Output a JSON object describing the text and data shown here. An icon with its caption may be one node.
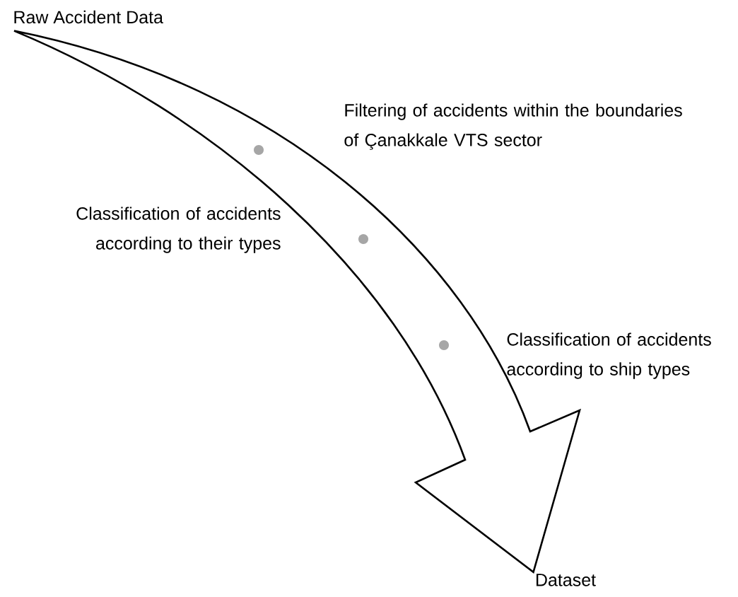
{
  "diagram": {
    "nodes": [
      {
        "text": [
          "Raw Accident Data"
        ]
      },
      {
        "text": [
          "Dataset"
        ]
      }
    ],
    "edges": [
      {
        "from": 0,
        "to": 1,
        "arrow": "to"
      }
    ],
    "labels": [
      "Filtering of accidents within the boundaries of Çanakkale VTS sector",
      "Classification of accidents according to their types",
      "Classification of accidents according to ship types"
    ]
  }
}
